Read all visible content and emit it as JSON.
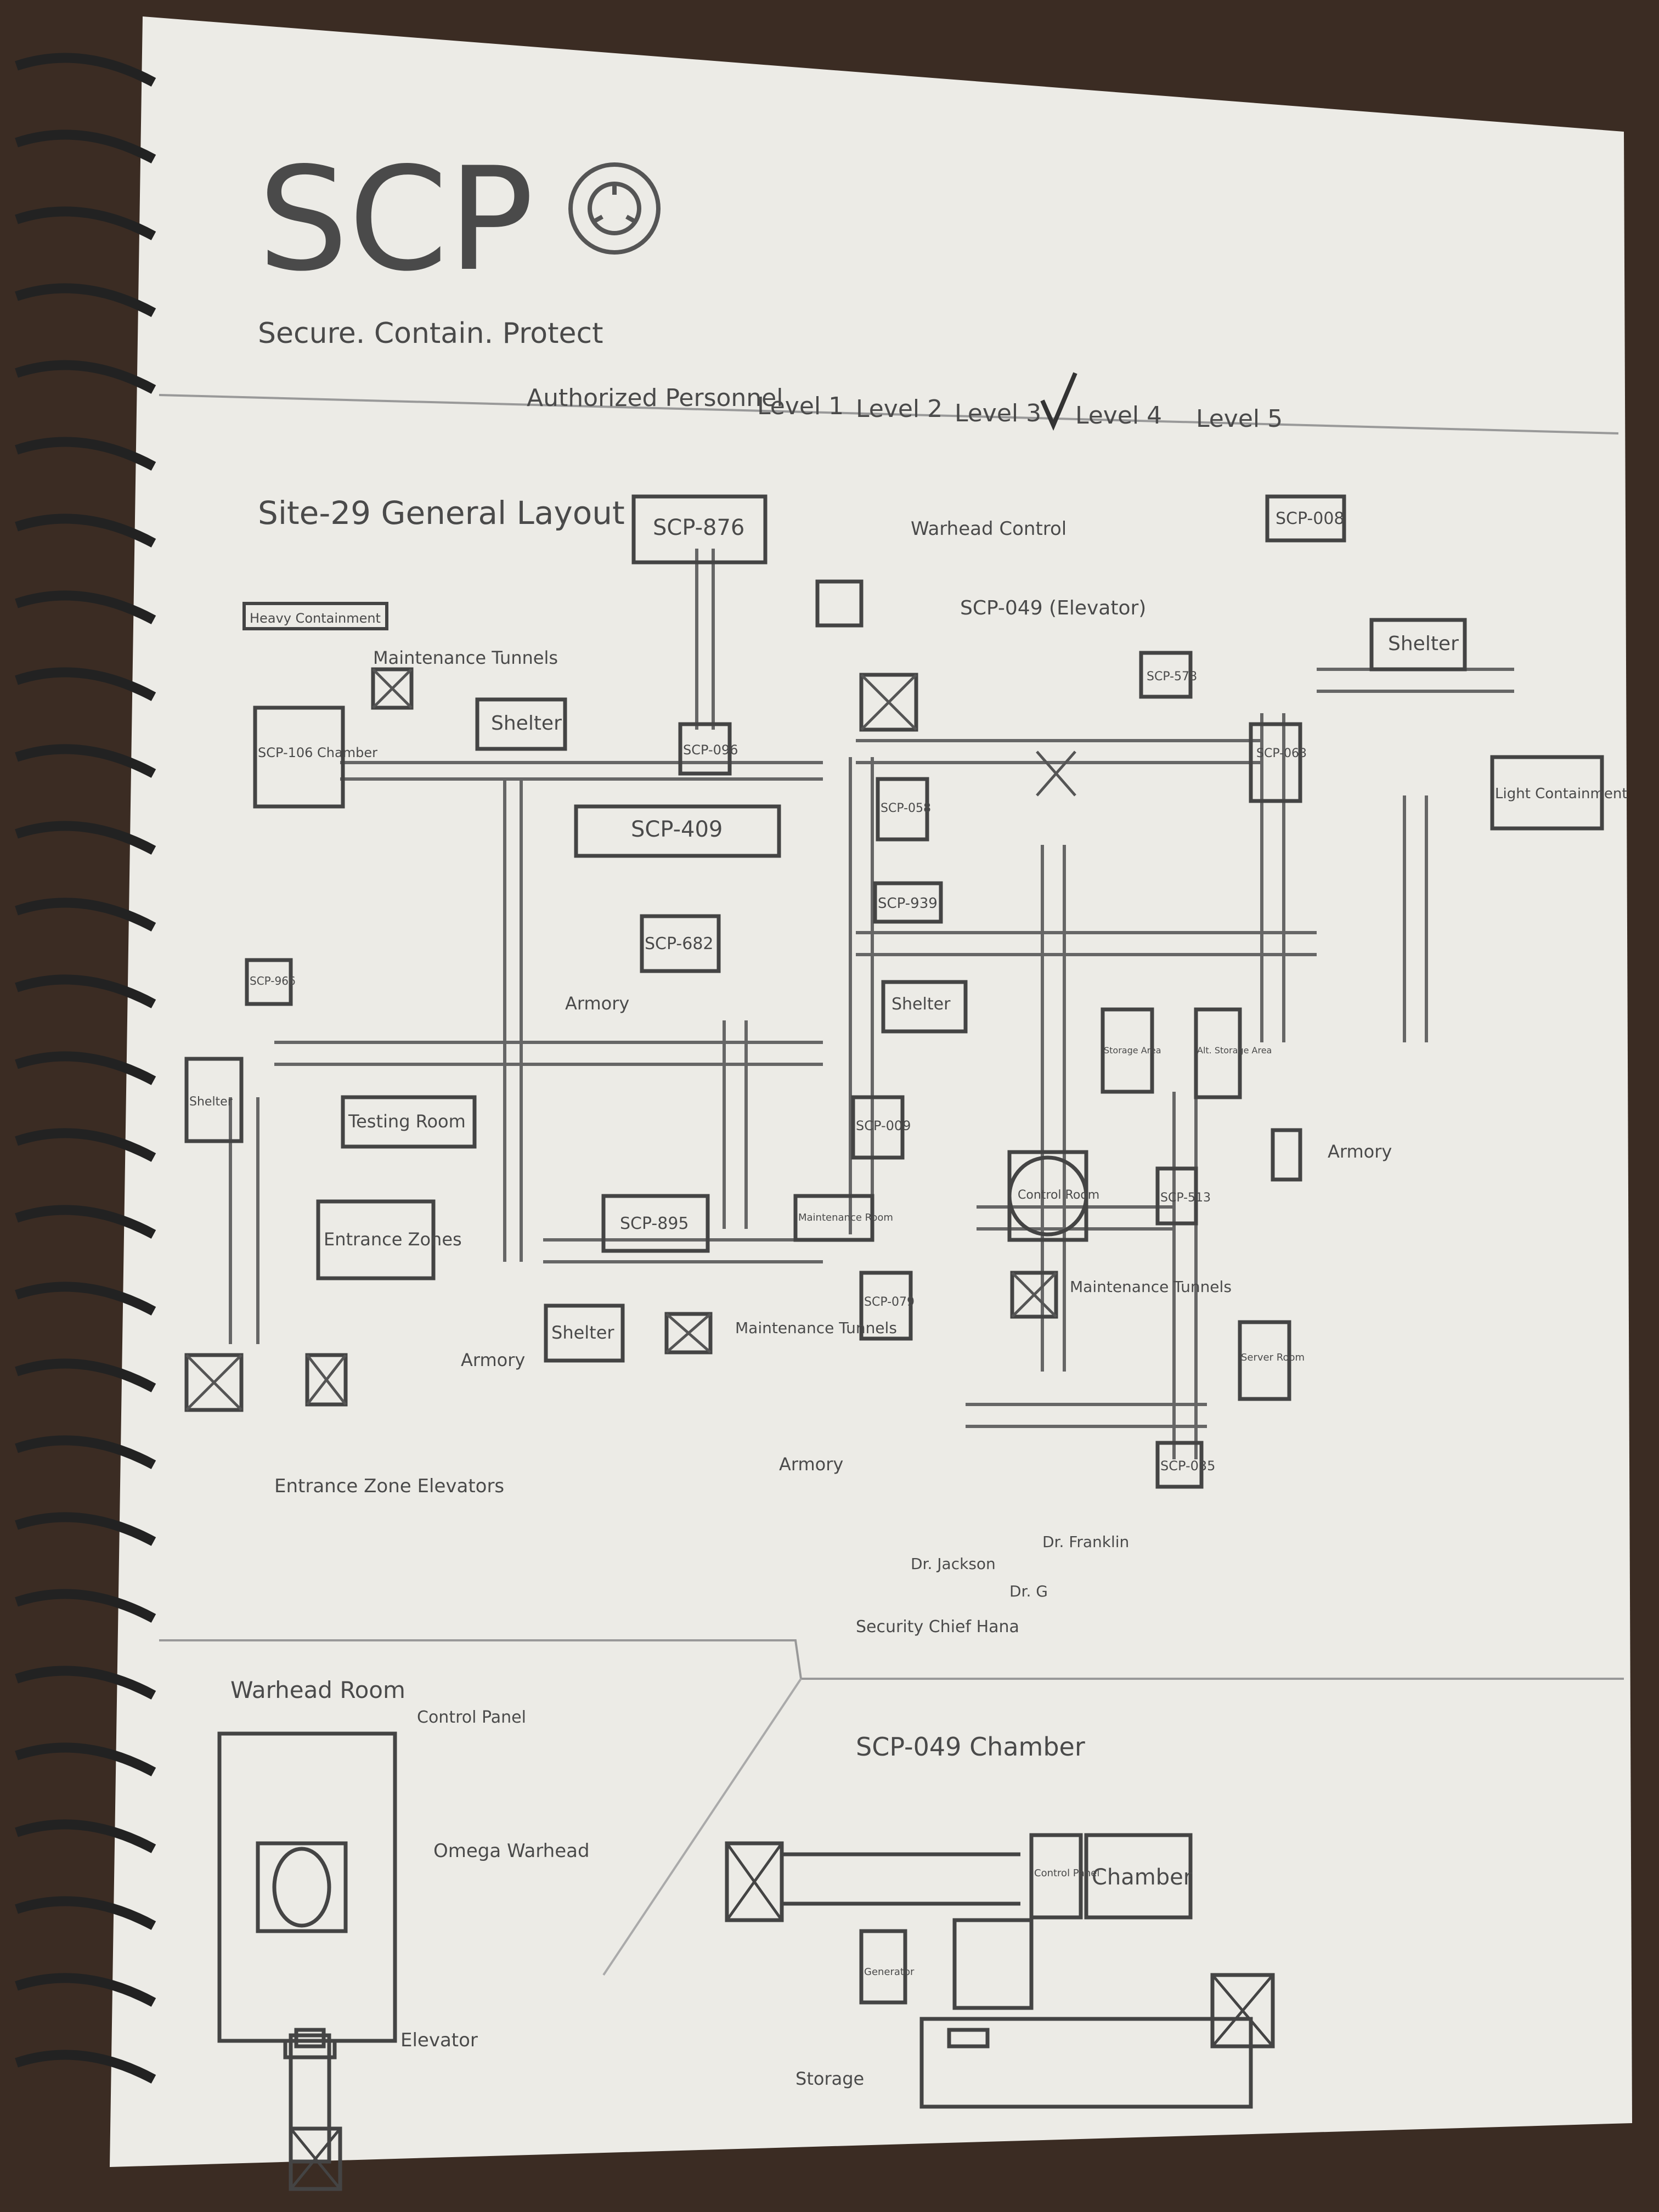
{
  "header": {
    "title": "SCP",
    "motto": "Secure. Contain. Protect",
    "clearance_label": "Authorized Personnel",
    "levels": [
      "Level 1",
      "Level 2",
      "Level 3",
      "Level 4",
      "Level 5"
    ],
    "checked_level": "Level 3"
  },
  "site_map": {
    "title": "Site-29 General Layout",
    "heavy_containment": "Heavy Containment",
    "light_containment": "Light Containment",
    "entrance_zones": "Entrance Zones",
    "entrance_zone_elevators": "Entrance Zone Elevators",
    "rooms": {
      "scp106": "SCP-106 Chamber",
      "scp876": "SCP-876",
      "scp096": "SCP-096",
      "scp409": "SCP-409",
      "scp682": "SCP-682",
      "scp966": "SCP-966",
      "scp895": "SCP-895",
      "scp058": "SCP-058",
      "scp939": "SCP-939",
      "scp009": "SCP-009",
      "scp079": "SCP-079",
      "scp513": "SCP-513",
      "scp008": "SCP-008",
      "scp063": "SCP-063",
      "scp035": "SCP-035",
      "scp578": "SCP-578",
      "shelter": "Shelter",
      "testing_room": "Testing Room",
      "armory": "Armory",
      "control_room": "Control Room",
      "server_room": "Server Room",
      "maintenance_room": "Maintenance Room",
      "maintenance_tunnels": "Maintenance Tunnels",
      "storage_area": "Storage Area",
      "alt_storage_area": "Alt. Storage Area",
      "warhead_control": "Warhead Control",
      "scp049_elevator": "SCP-049 (Elevator)",
      "dr_jackson": "Dr. Jackson",
      "dr_g": "Dr. G",
      "dr_franklin": "Dr. Franklin",
      "security_chief": "Security Chief Hana"
    }
  },
  "warhead_room": {
    "title": "Warhead Room",
    "control_panel": "Control Panel",
    "omega_warhead": "Omega Warhead",
    "elevator": "Elevator"
  },
  "scp049_chamber": {
    "title": "SCP-049 Chamber",
    "control_panel": "Control Panel",
    "chamber": "Chamber",
    "generator": "Generator",
    "storage": "Storage"
  }
}
